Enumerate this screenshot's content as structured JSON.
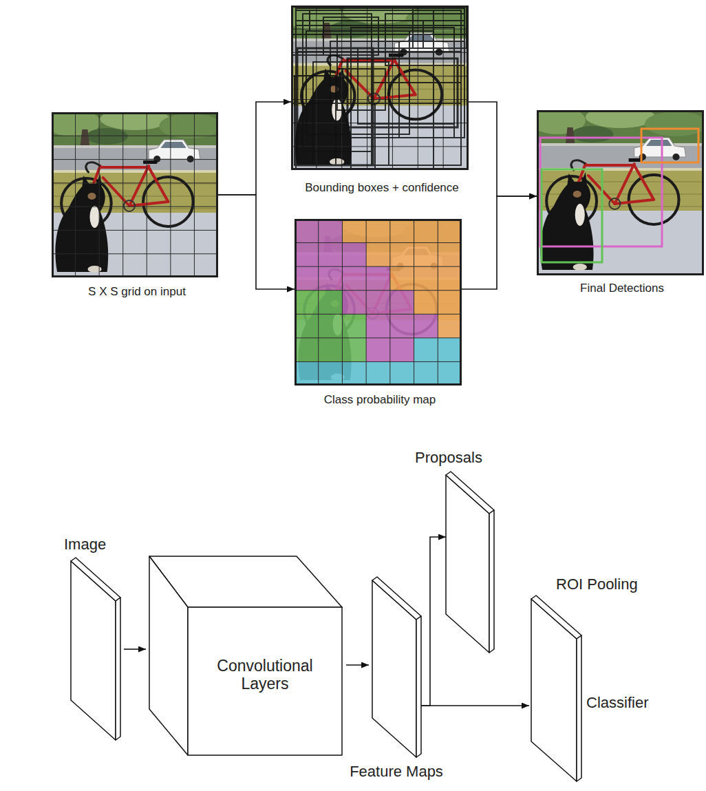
{
  "diagram": {
    "nodes": [
      {
        "text": [
          "S X S grid on input"
        ]
      },
      {
        "text": [
          "Bounding boxes + confidence"
        ]
      },
      {
        "text": [
          "Class probability map"
        ]
      },
      {
        "text": [
          "Final Detections"
        ]
      },
      {
        "text": [
          "Image"
        ]
      },
      {
        "text": [
          "Convolutional Layers"
        ]
      },
      {
        "text": [
          "Feature Maps"
        ]
      },
      {
        "text": [
          "Proposals"
        ]
      },
      {
        "text": [
          "ROI Pooling",
          "Classifier"
        ]
      }
    ],
    "edges": [
      {
        "from": 0,
        "to": 1,
        "arrow": "to"
      },
      {
        "from": 0,
        "to": 2,
        "arrow": "to"
      },
      {
        "from": 1,
        "to": 3,
        "arrow": "to"
      },
      {
        "from": 2,
        "to": 3,
        "arrow": "to"
      },
      {
        "from": 4,
        "to": 5,
        "arrow": "to"
      },
      {
        "from": 5,
        "to": 6,
        "arrow": "to"
      },
      {
        "from": 6,
        "to": 7,
        "arrow": "to"
      },
      {
        "from": 6,
        "to": 8,
        "arrow": "to"
      }
    ]
  }
}
